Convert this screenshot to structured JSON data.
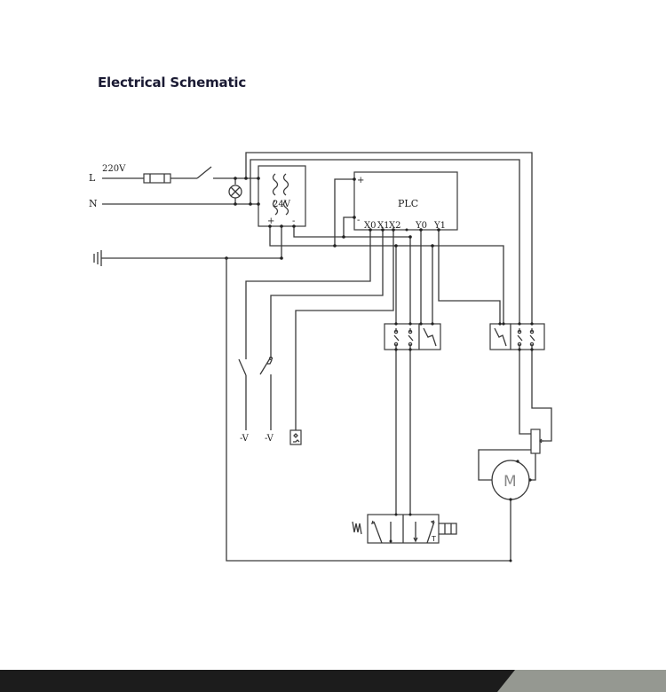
{
  "page": {
    "title": "Electrical Schematic"
  },
  "diagram": {
    "supply": {
      "line_label": "L",
      "neutral_label": "N",
      "voltage_label": "220V"
    },
    "power_supply": {
      "output_label": "24V",
      "plus_label": "+",
      "minus_label": "-"
    },
    "plc": {
      "label": "PLC",
      "plus_label": "+",
      "minus_label": "-",
      "inputs": [
        "X0",
        "X1",
        "X2"
      ],
      "outputs": [
        "Y0",
        "Y1"
      ]
    },
    "input_devices": [
      {
        "label": "-V"
      },
      {
        "label": "-V"
      }
    ],
    "motor": {
      "label": "M"
    },
    "valve": {
      "tank_label": "T"
    },
    "colors": {
      "wire": "#3a3a3a",
      "title": "#1a1a33",
      "footer_dark": "#1c1c1c",
      "footer_accent": "#959891"
    }
  }
}
